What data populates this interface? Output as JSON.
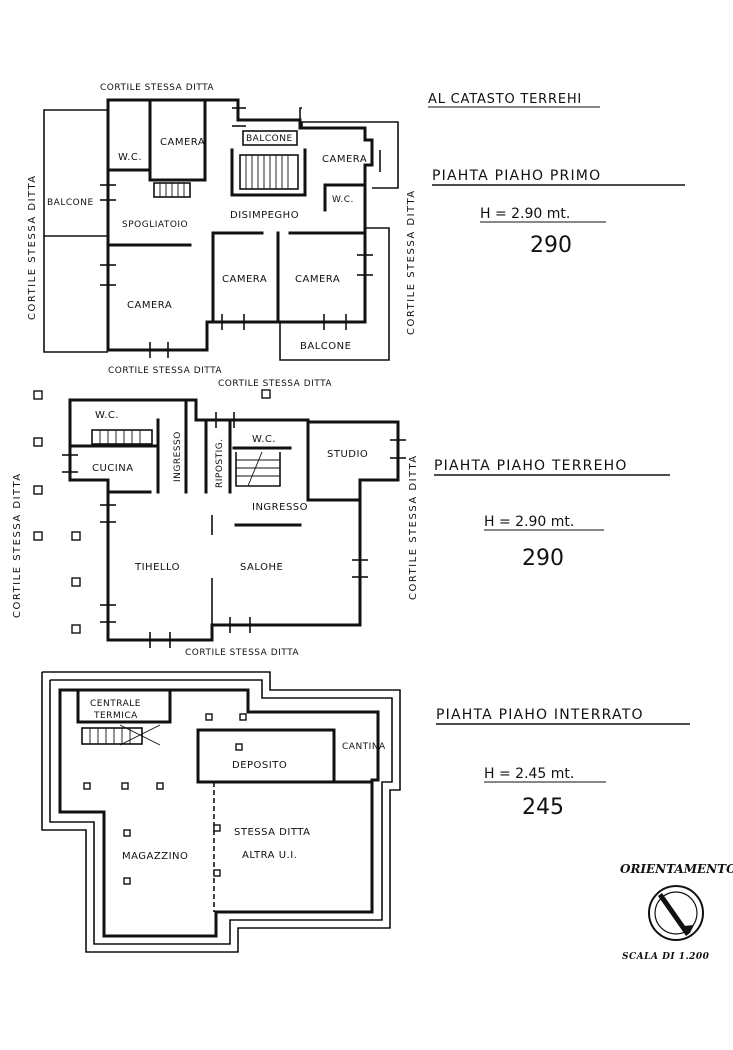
{
  "header": {
    "catasto_label": "AL CATASTO TERREHI"
  },
  "floors": [
    {
      "title": "PIAHTA PIAHO PRIMO",
      "height": "H = 2.90 mt.",
      "height_value": "290",
      "rooms": {
        "camera_1": "CAMERA",
        "balcone_top": "BALCONE",
        "camera_2": "CAMERA",
        "wc_1": "W.C.",
        "wc_2": "W.C.",
        "balcone_left": "BALCONE",
        "spogliatoio": "SPOGLIATOIO",
        "disimpegno": "DISIMPEGHO",
        "camera_3": "CAMERA",
        "camera_4": "CAMERA",
        "camera_5": "CAMERA",
        "balcone_bottom": "BALCONE"
      },
      "surroundings": {
        "top": "CORTILE STESSA DITTA",
        "bottom": "CORTILE STESSA DITTA",
        "left": "CORTILE STESSA DITTA",
        "right": "CORTILE STESSA DITTA"
      }
    },
    {
      "title": "PIAHTA PIAHO TERREHO",
      "height": "H = 2.90 mt.",
      "height_value": "290",
      "rooms": {
        "wc_1": "W.C.",
        "cucina": "CUCINA",
        "ingresso_v": "INGRESSO",
        "ripostiglio": "RIPOSTIG.",
        "wc_2": "W.C.",
        "studio": "STUDIO",
        "ingresso": "INGRESSO",
        "tinello": "TIHELLO",
        "salone": "SALOHE"
      },
      "surroundings": {
        "top": "CORTILE STESSA DITTA",
        "bottom": "CORTILE STESSA DITTA",
        "left": "CORTILE STESSA DITTA",
        "right": "CORTILE STESSA DITTA"
      }
    },
    {
      "title": "PIAHTA PIAHO INTERRATO",
      "height": "H = 2.45 mt.",
      "height_value": "245",
      "rooms": {
        "centrale": "CENTRALE",
        "termica": "TERMICA",
        "deposito": "DEPOSITO",
        "cantina": "CANTINA",
        "stessa_ditta": "STESSA DITTA",
        "altra_ui": "ALTRA U.I.",
        "magazzino": "MAGAZZINO"
      }
    }
  ],
  "legend": {
    "orientamento": "ORIENTAMENTO",
    "scala": "SCALA DI 1.200",
    "icon": "compass-icon"
  }
}
